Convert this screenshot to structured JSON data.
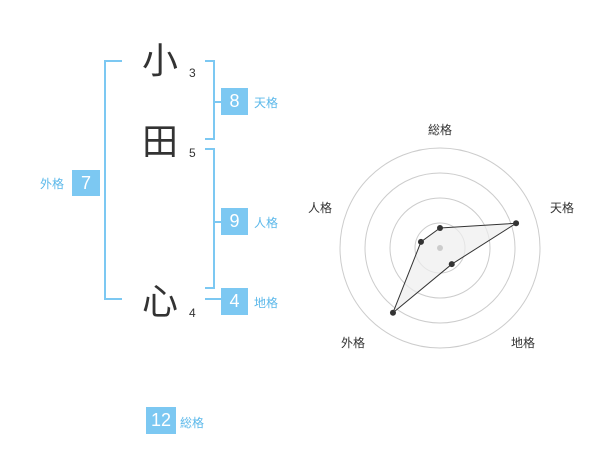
{
  "name": {
    "chars": [
      {
        "kanji": "小",
        "strokes": "3"
      },
      {
        "kanji": "田",
        "strokes": "5"
      },
      {
        "kanji": "心",
        "strokes": "4"
      }
    ]
  },
  "fortune": {
    "tenkaku": {
      "value": "8",
      "label": "天格"
    },
    "jinkaku": {
      "value": "9",
      "label": "人格"
    },
    "chikaku": {
      "value": "4",
      "label": "地格"
    },
    "gaikaku": {
      "value": "7",
      "label": "外格"
    },
    "soukaku": {
      "value": "12",
      "label": "総格"
    }
  },
  "radar": {
    "axes": [
      "総格",
      "天格",
      "地格",
      "外格",
      "人格"
    ],
    "levels": 4,
    "scores": [
      1,
      4,
      1,
      4,
      1
    ],
    "max": 5,
    "colors": {
      "grid": "#cccccc",
      "fill": "#eeeeee",
      "stroke": "#333333",
      "point": "#333333",
      "center": "#cccccc"
    }
  }
}
